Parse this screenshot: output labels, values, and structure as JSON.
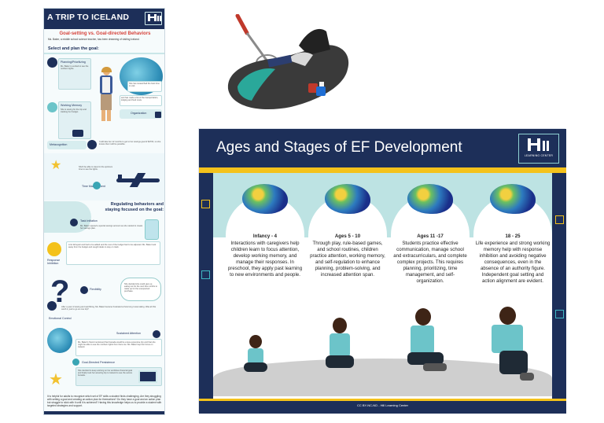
{
  "infographic": {
    "title": "A TRIP TO ICELAND",
    "subtitle": "Goal-setting vs. Goal-directed Behaviors",
    "intro": "Ms. Baker, a middle school science teacher, has been dreaming of visiting Iceland.",
    "section_select": "Select and plan the goal:",
    "planning_label": "Planning/Prioritizing",
    "working_memory_label": "Working Memory",
    "organization_label": "Organization",
    "metacognition_label": "Metacognition",
    "time_management_label": "Time Management",
    "section_regulating": "Regulating behaviors and staying focused on the goal:",
    "task_initiation_label": "Task Initiation",
    "response_inhibition_label": "Response Inhibition",
    "flexibility_label": "Flexibility",
    "emotional_control_label": "Emotional Control",
    "sustained_attention_label": "Sustained Attention",
    "goal_persistence_label": "Goal-Directed Persistence",
    "footer": "It is helpful for adults to recognize which set of EF skills a student finds challenging. Are they struggling with setting a goal and creating an action plan for themselves? Do they have a goal and an action plan but struggle to stick with it until it is achieved? Having this knowledge helps us to provide a student with targeted strategies and support."
  },
  "slide": {
    "title": "Ages and Stages of EF Development",
    "brand": "LEARNING CENTER",
    "license": "CC BY-NC-ND - Hill Learning Center",
    "stages": [
      {
        "age": "Infancy - 4",
        "text": "Interactions with caregivers help children learn to focus attention, develop working memory, and manage their responses. In preschool, they apply past learning to new environments and people."
      },
      {
        "age": "Ages 5 - 10",
        "text": "Through play, rule-based games, and school routines, children practice attention, working memory, and self-regulation to enhance planning, problem-solving, and increased attention span."
      },
      {
        "age": "Ages 11 -17",
        "text": "Students practice effective communication, manage school and extracurriculars, and complete complex projects. This requires planning, prioritizing, time management, and self-organization."
      },
      {
        "age": "18 - 25",
        "text": "Life experience and strong working memory help with response inhibition and avoiding negative consequences, even in the absence of an authority figure. Independent goal setting and action alignment are evident."
      }
    ]
  },
  "colors": {
    "navy": "#1d2f59",
    "teal": "#6cc4c9",
    "yellow": "#f4c21b",
    "red": "#d6433b"
  }
}
